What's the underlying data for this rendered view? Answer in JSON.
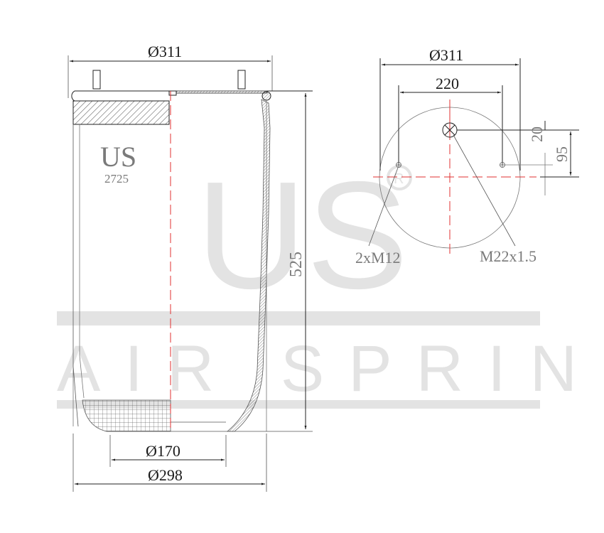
{
  "watermark": {
    "logo": "US",
    "registered_mark": "®",
    "tagline": "AIR SPRING"
  },
  "side_view": {
    "part_brand": "US",
    "part_number": "2725",
    "top_diameter_label": "Ø311",
    "height_label": "525",
    "piston_diameter_label": "Ø170",
    "bottom_diameter_label": "Ø298"
  },
  "top_view": {
    "plate_diameter_label": "Ø311",
    "bolt_spacing_label": "220",
    "offset_small_label": "20",
    "offset_large_label": "95",
    "bolt_callout": "2xM12",
    "air_port_callout": "M22x1.5"
  },
  "colors": {
    "centerline": "#e03030",
    "watermark": "#e3e3e3",
    "dimension": "#1a1a1a",
    "label_gray": "#7a7a7a"
  }
}
